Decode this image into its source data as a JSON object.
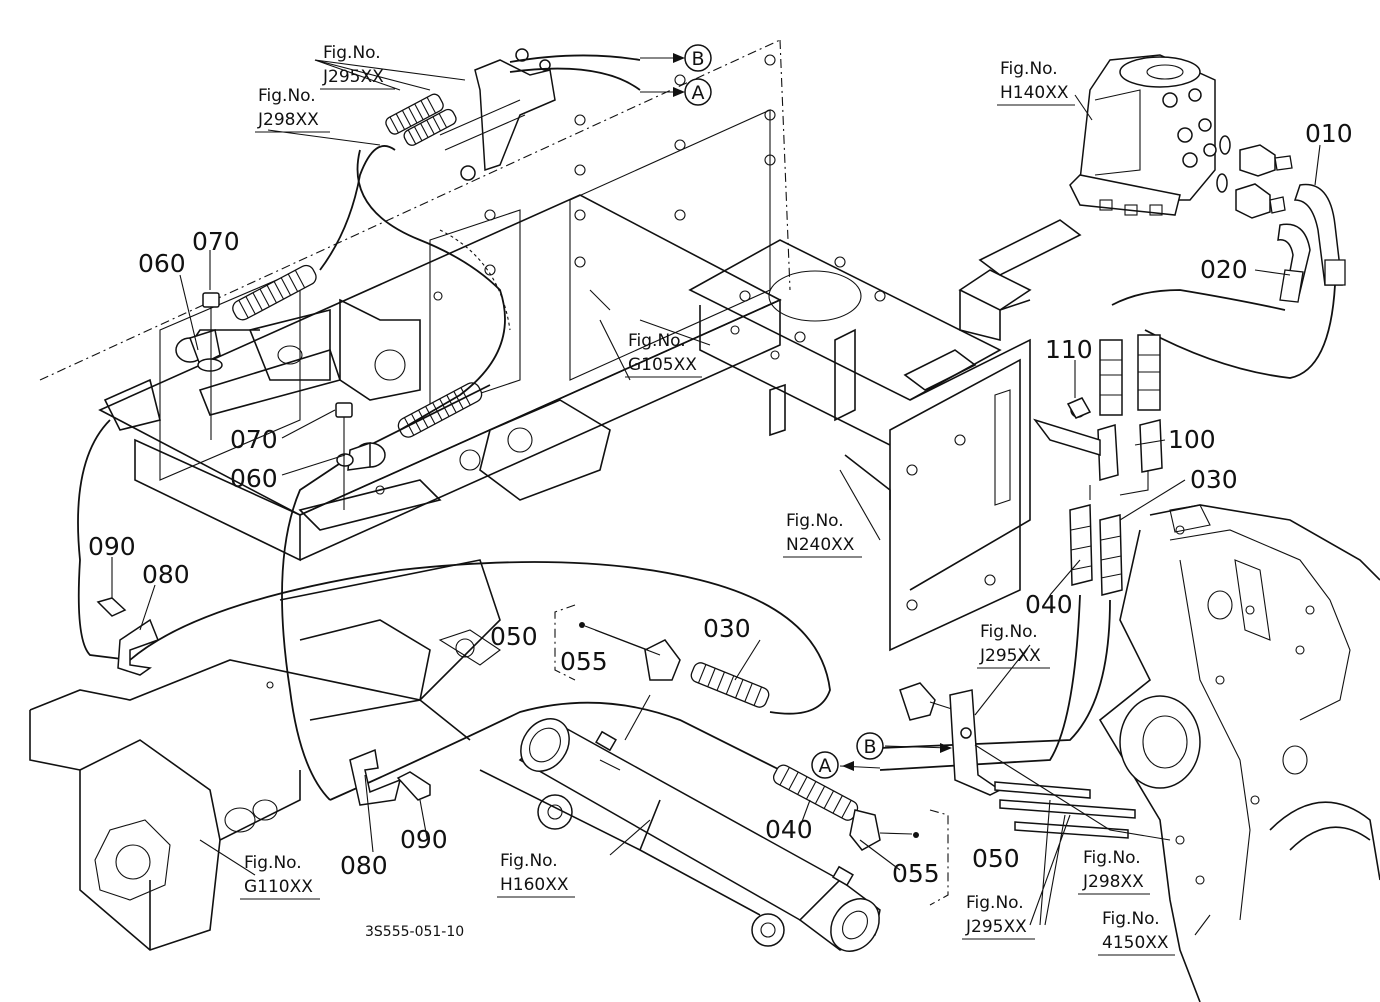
{
  "drawing_id": "3S555-051-10",
  "part_numbers": {
    "p010": "010",
    "p020": "020",
    "p030a": "030",
    "p030b": "030",
    "p040a": "040",
    "p040b": "040",
    "p050a": "050",
    "p050b": "050",
    "p055a": "055",
    "p055b": "055",
    "p060a": "060",
    "p060b": "060",
    "p070a": "070",
    "p070b": "070",
    "p080a": "080",
    "p080b": "080",
    "p090a": "090",
    "p090b": "090",
    "p100": "100",
    "p110": "110"
  },
  "fig_refs": {
    "j295_top": {
      "label": "Fig.No.",
      "code": "J295XX"
    },
    "j298_top": {
      "label": "Fig.No.",
      "code": "J298XX"
    },
    "h140": {
      "label": "Fig.No.",
      "code": "H140XX"
    },
    "g105": {
      "label": "Fig.No.",
      "code": "G105XX"
    },
    "n240": {
      "label": "Fig.No.",
      "code": "N240XX"
    },
    "j295_mid": {
      "label": "Fig.No.",
      "code": "J295XX"
    },
    "g110": {
      "label": "Fig.No.",
      "code": "G110XX"
    },
    "h160": {
      "label": "Fig.No.",
      "code": "H160XX"
    },
    "j298_bot": {
      "label": "Fig.No.",
      "code": "J298XX"
    },
    "j295_bot": {
      "label": "Fig.No.",
      "code": "J295XX"
    },
    "f4150": {
      "label": "Fig.No.",
      "code": "4150XX"
    }
  },
  "connectors": {
    "a_top": "A",
    "b_top": "B",
    "a_bot": "A",
    "b_bot": "B"
  }
}
